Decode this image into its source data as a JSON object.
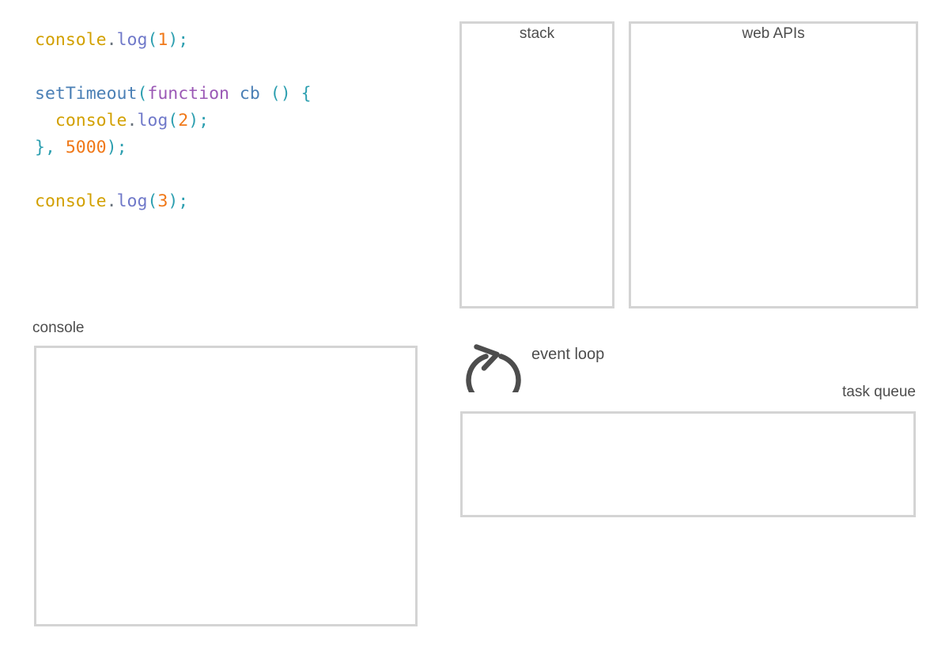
{
  "code": {
    "language": "javascript",
    "lines": [
      [
        {
          "t": "console",
          "c": "tok-obj"
        },
        {
          "t": ".",
          "c": "tok-punct"
        },
        {
          "t": "log",
          "c": "tok-method"
        },
        {
          "t": "(",
          "c": "tok-paren"
        },
        {
          "t": "1",
          "c": "tok-num"
        },
        {
          "t": ")",
          "c": "tok-paren"
        },
        {
          "t": ";",
          "c": "tok-paren"
        }
      ],
      [],
      [
        {
          "t": "setTimeout",
          "c": "tok-fn"
        },
        {
          "t": "(",
          "c": "tok-paren"
        },
        {
          "t": "function",
          "c": "tok-kw"
        },
        {
          "t": " ",
          "c": "tok-punct"
        },
        {
          "t": "cb",
          "c": "tok-fn"
        },
        {
          "t": " ",
          "c": "tok-punct"
        },
        {
          "t": "()",
          "c": "tok-paren"
        },
        {
          "t": " ",
          "c": "tok-punct"
        },
        {
          "t": "{",
          "c": "tok-paren"
        }
      ],
      [
        {
          "t": "  ",
          "c": "tok-punct"
        },
        {
          "t": "console",
          "c": "tok-obj"
        },
        {
          "t": ".",
          "c": "tok-punct"
        },
        {
          "t": "log",
          "c": "tok-method"
        },
        {
          "t": "(",
          "c": "tok-paren"
        },
        {
          "t": "2",
          "c": "tok-num"
        },
        {
          "t": ")",
          "c": "tok-paren"
        },
        {
          "t": ";",
          "c": "tok-paren"
        }
      ],
      [
        {
          "t": "}",
          "c": "tok-paren"
        },
        {
          "t": ", ",
          "c": "tok-paren"
        },
        {
          "t": "5000",
          "c": "tok-num"
        },
        {
          "t": ")",
          "c": "tok-paren"
        },
        {
          "t": ";",
          "c": "tok-paren"
        }
      ],
      [],
      [
        {
          "t": "console",
          "c": "tok-obj"
        },
        {
          "t": ".",
          "c": "tok-punct"
        },
        {
          "t": "log",
          "c": "tok-method"
        },
        {
          "t": "(",
          "c": "tok-paren"
        },
        {
          "t": "3",
          "c": "tok-num"
        },
        {
          "t": ")",
          "c": "tok-paren"
        },
        {
          "t": ";",
          "c": "tok-paren"
        }
      ]
    ],
    "plain_text": "console.log(1);\n\nsetTimeout(function cb () {\n  console.log(2);\n}, 5000);\n\nconsole.log(3);"
  },
  "panels": {
    "stack": {
      "label": "stack",
      "contents": []
    },
    "web_apis": {
      "label": "web APIs",
      "contents": []
    },
    "console": {
      "label": "console",
      "contents": []
    },
    "task_queue": {
      "label": "task queue",
      "contents": []
    }
  },
  "event_loop": {
    "label": "event loop",
    "icon": "circular-arrow-icon"
  },
  "colors": {
    "box_border": "#d4d4d4",
    "label_text": "#4d4d4d",
    "event_loop_stroke": "#4d4d4d",
    "background": "#ffffff",
    "code_object": "#d2a000",
    "code_method": "#6f78c9",
    "code_punct": "#2d9fb0",
    "code_number": "#f07818",
    "code_function": "#4a7fb5",
    "code_keyword": "#9b59b6"
  }
}
